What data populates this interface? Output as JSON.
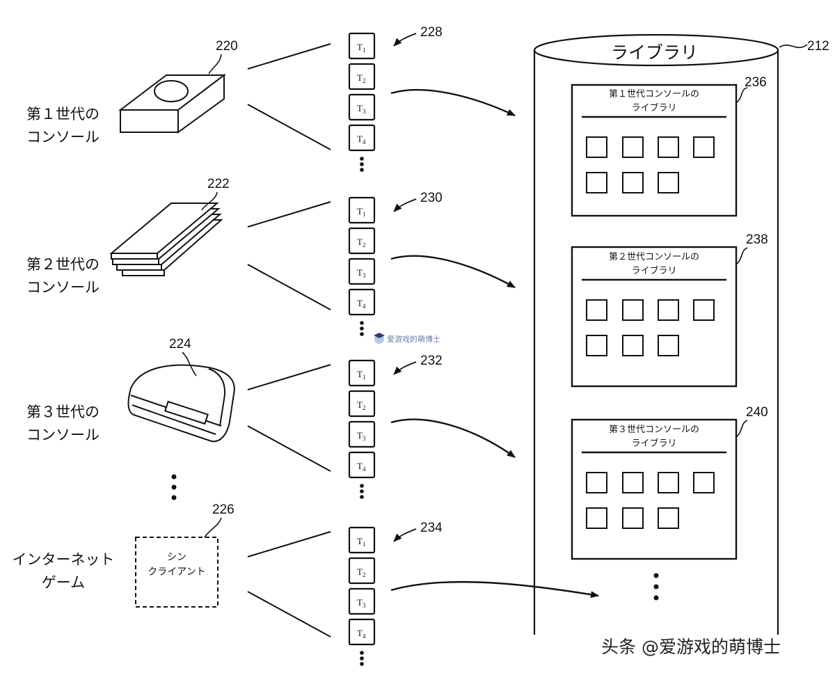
{
  "library": {
    "title": "ライブラリ",
    "ref": "212",
    "sections": [
      {
        "ref": "236",
        "heading_line1": "第１世代コンソールの",
        "heading_line2": "ライブラリ"
      },
      {
        "ref": "238",
        "heading_line1": "第２世代コンソールの",
        "heading_line2": "ライブラリ"
      },
      {
        "ref": "240",
        "heading_line1": "第３世代コンソールの",
        "heading_line2": "ライブラリ"
      }
    ]
  },
  "sources": [
    {
      "ref": "220",
      "label_line1": "第１世代の",
      "label_line2": "コンソール",
      "tiles_ref": "228"
    },
    {
      "ref": "222",
      "label_line1": "第２世代の",
      "label_line2": "コンソール",
      "tiles_ref": "230"
    },
    {
      "ref": "224",
      "label_line1": "第３世代の",
      "label_line2": "コンソール",
      "tiles_ref": "232"
    },
    {
      "ref": "226",
      "label_line1": "インターネット",
      "label_line2": "ゲーム",
      "tiles_ref": "234",
      "client_line1": "シン",
      "client_line2": "クライアント"
    }
  ],
  "tiles": [
    "T1",
    "T2",
    "T3",
    "T4"
  ],
  "watermark": "爱游戏的萌博士",
  "footer": "头条 @爱游戏的萌博士"
}
